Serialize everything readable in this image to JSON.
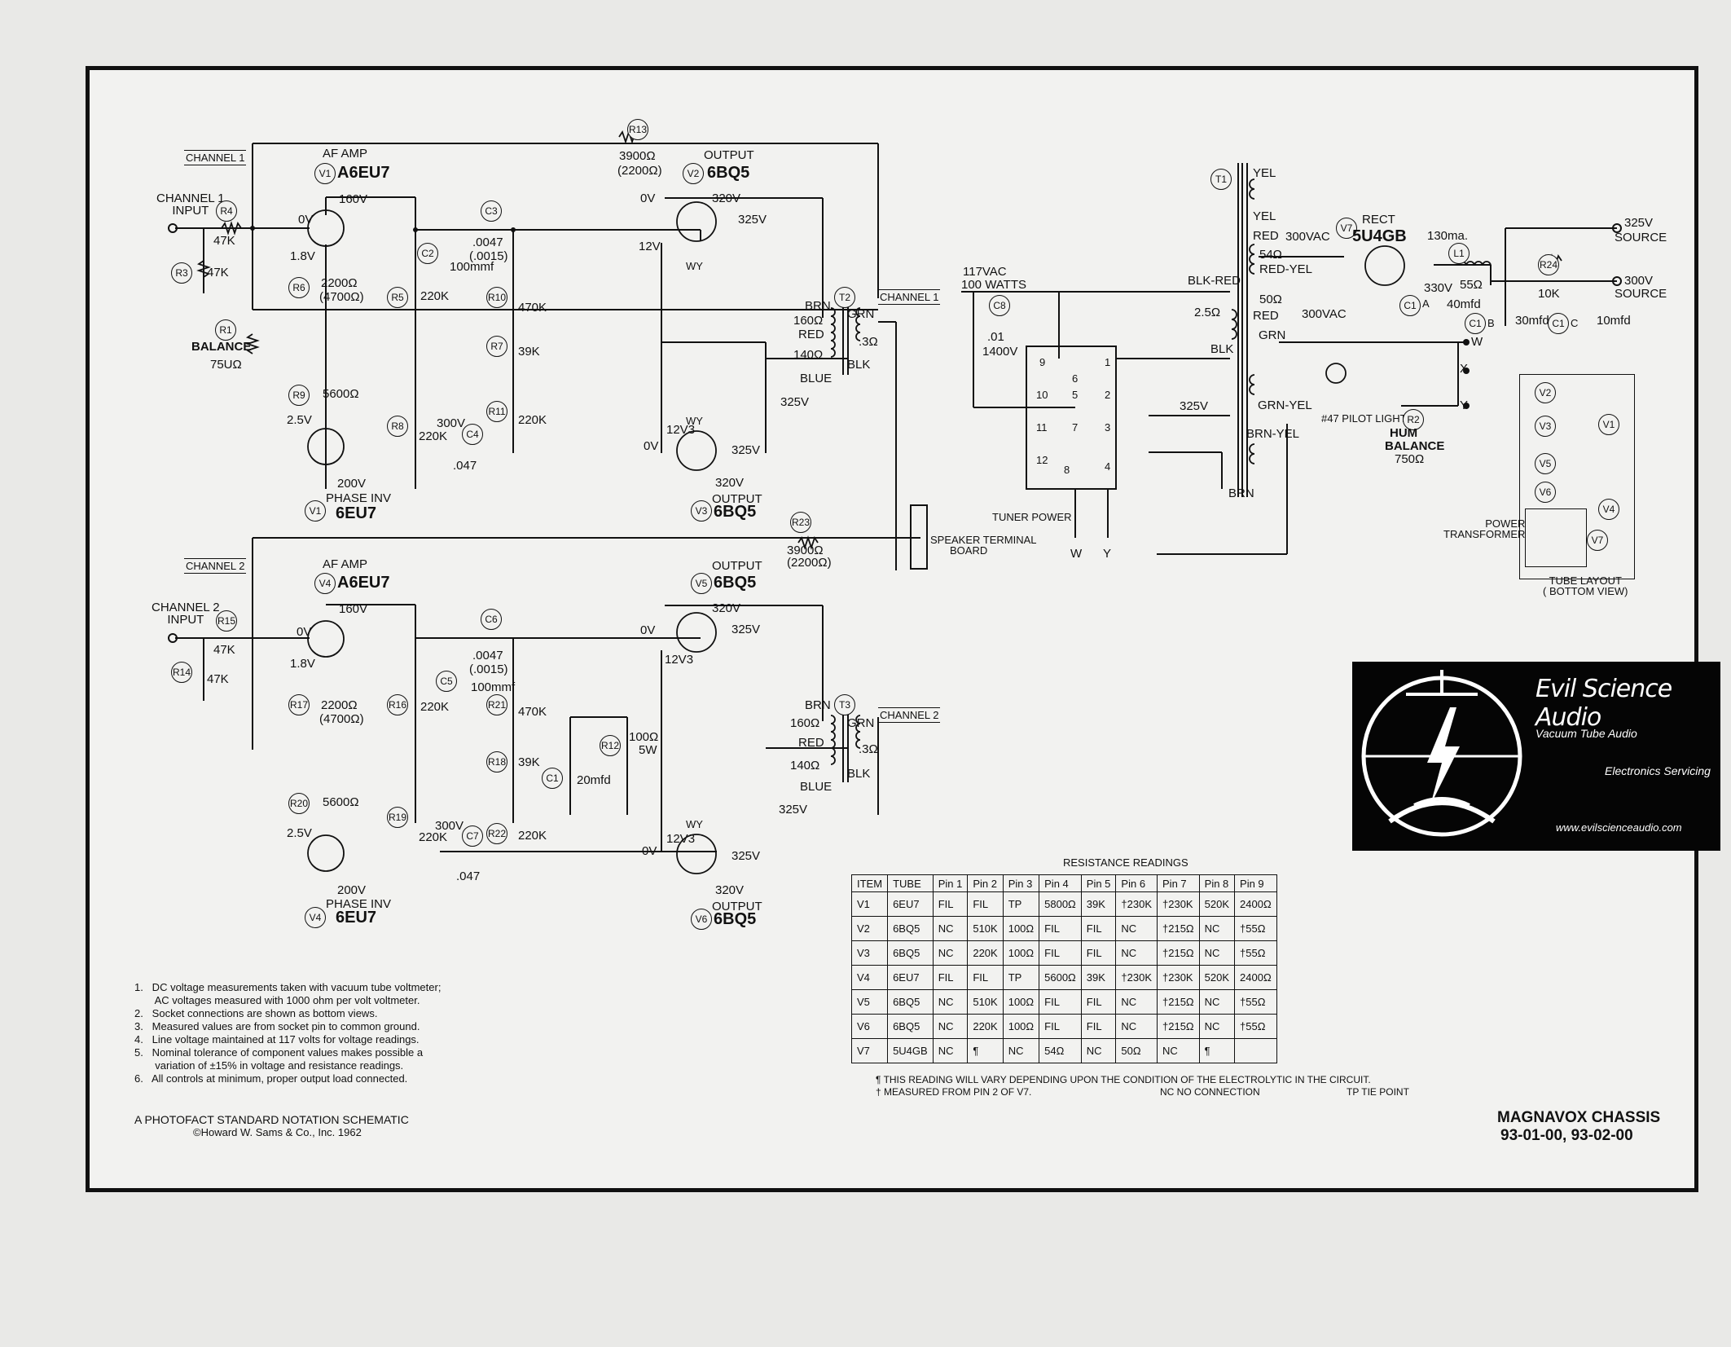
{
  "channel1": {
    "label": "CHANNEL 1",
    "input": [
      "CHANNEL 1",
      "INPUT"
    ]
  },
  "channel2": {
    "label": "CHANNEL 2",
    "input": [
      "CHANNEL 2",
      "INPUT"
    ]
  },
  "tubes": {
    "v1": {
      "ref": "V1",
      "func": "AF AMP",
      "type": "A6EU7"
    },
    "v1b": {
      "ref": "V1",
      "func": "PHASE INV",
      "type": "6EU7"
    },
    "v2": {
      "ref": "V2",
      "func": "OUTPUT",
      "type": "6BQ5"
    },
    "v3": {
      "ref": "V3",
      "func": "OUTPUT",
      "type": "6BQ5"
    },
    "v4": {
      "ref": "V4",
      "func": "AF AMP",
      "type": "A6EU7"
    },
    "v4b": {
      "ref": "V4",
      "func": "PHASE INV",
      "type": "6EU7"
    },
    "v5": {
      "ref": "V5",
      "func": "OUTPUT",
      "type": "6BQ5"
    },
    "v6": {
      "ref": "V6",
      "func": "OUTPUT",
      "type": "6BQ5"
    },
    "v7": {
      "ref": "V7",
      "func": "RECT",
      "type": "5U4GB"
    }
  },
  "components": {
    "r1": {
      "ref": "R1",
      "name": "BALANCE",
      "value": "75UΩ"
    },
    "r3": {
      "ref": "R3",
      "value": "47K"
    },
    "r4": {
      "ref": "R4",
      "value": "47K"
    },
    "r5": {
      "ref": "R5",
      "value": "220K"
    },
    "r6": {
      "ref": "R6",
      "value": "2200Ω",
      "alt": "(4700Ω)"
    },
    "r7": {
      "ref": "R7",
      "value": "39K"
    },
    "r8": {
      "ref": "R8",
      "value": "220K"
    },
    "r9": {
      "ref": "R9",
      "value": "5600Ω"
    },
    "r10": {
      "ref": "R10",
      "value": "470K"
    },
    "r11": {
      "ref": "R11",
      "value": "220K"
    },
    "r12": {
      "ref": "R12",
      "value": "100Ω",
      "watt": "5W"
    },
    "r13": {
      "ref": "R13",
      "value": "3900Ω",
      "alt": "(2200Ω)"
    },
    "r14": {
      "ref": "R14",
      "value": "47K"
    },
    "r15": {
      "ref": "R15",
      "value": "47K"
    },
    "r16": {
      "ref": "R16",
      "value": "220K"
    },
    "r17": {
      "ref": "R17",
      "value": "2200Ω",
      "alt": "(4700Ω)"
    },
    "r18": {
      "ref": "R18",
      "value": "39K"
    },
    "r19": {
      "ref": "R19",
      "value": "220K"
    },
    "r20": {
      "ref": "R20",
      "value": "5600Ω"
    },
    "r21": {
      "ref": "R21",
      "value": "470K"
    },
    "r22": {
      "ref": "R22",
      "value": "220K"
    },
    "r23": {
      "ref": "R23",
      "value": "3900Ω",
      "alt": "(2200Ω)"
    },
    "r24": {
      "ref": "R24",
      "value": "10K"
    },
    "r2": {
      "ref": "R2",
      "name": "HUM",
      "name2": "BALANCE",
      "value": "750Ω"
    },
    "c1": {
      "ref": "C1",
      "value": "20mfd"
    },
    "c2": {
      "ref": "C2",
      "value": "100mmf"
    },
    "c3": {
      "ref": "C3",
      "value": ".0047",
      "alt": "(.0015)"
    },
    "c4": {
      "ref": "C4",
      "value": ".047"
    },
    "c5": {
      "ref": "C5",
      "value": "100mmf"
    },
    "c6": {
      "ref": "C6",
      "value": ".0047",
      "alt": "(.0015)"
    },
    "c7": {
      "ref": "C7",
      "value": ".047"
    },
    "c8": {
      "ref": "C8",
      "value": ".01",
      "volt": "1400V"
    },
    "c1a": {
      "ref": "C1",
      "sub": "A",
      "value": "40mfd"
    },
    "c1b": {
      "ref": "C1",
      "sub": "B",
      "value": "30mfd"
    },
    "c1c": {
      "ref": "C1",
      "sub": "C",
      "value": "10mfd"
    },
    "l1": {
      "ref": "L1",
      "value": "55Ω",
      "current": "130ma."
    }
  },
  "voltages": {
    "v160": "160V",
    "v0": "0V",
    "v18": "1.8V",
    "v25": "2.5V",
    "v200": "200V",
    "v300": "300V",
    "v320": "320V",
    "v325": "325V",
    "v12": "12V",
    "v12v3": "12V3",
    "v330": "330V",
    "v300vac": "300VAC"
  },
  "transformer_labels": {
    "t2": "T2",
    "t3": "T3",
    "t1": "T1",
    "brn": "BRN",
    "red": "RED",
    "blue": "BLUE",
    "grn": "GRN",
    "blk": "BLK",
    "p160": "160Ω",
    "p140": "140Ω",
    "s3": ".3Ω",
    "yel": "YEL",
    "blkred": "BLK-RED",
    "redyel": "RED-YEL",
    "grnyel": "GRN-YEL",
    "brnyel": "BRN-YEL",
    "p25": "2.5Ω",
    "p54": "54Ω",
    "p50": "50Ω",
    "wy": "WY"
  },
  "power": {
    "line": "117VAC",
    "watts": "100 WATTS",
    "tuner_power": "TUNER POWER",
    "pilot": "#47 PILOT LIGHT",
    "source_hi": "325V",
    "source_lo": "300V",
    "source": "SOURCE",
    "speaker_board": [
      "SPEAKER TERMINAL",
      "BOARD"
    ],
    "power_transformer": [
      "POWER",
      "TRANSFORMER"
    ]
  },
  "tube_layout": {
    "title": [
      "TUBE LAYOUT",
      "( BOTTOM VIEW)"
    ],
    "slots": [
      "V2",
      "V3",
      "V1",
      "V5",
      "V6",
      "V4",
      "V7"
    ]
  },
  "socket_pins": [
    "9",
    "10",
    "11",
    "12",
    "1",
    "2",
    "3",
    "4",
    "5",
    "6",
    "7",
    "8"
  ],
  "outputs": [
    "W",
    "X",
    "Y"
  ],
  "notes": [
    "1.   DC voltage measurements taken with vacuum tube voltmeter;",
    "       AC voltages measured with 1000 ohm per volt voltmeter.",
    "2.   Socket connections are shown as bottom views.",
    "3.   Measured values are from socket pin to common ground.",
    "4.   Line voltage maintained at 117 volts for voltage readings.",
    "5.   Nominal tolerance of component values makes possible a",
    "       variation of ±15% in voltage and resistance readings.",
    "6.   All controls at minimum, proper output load connected."
  ],
  "schematic_title": "A PHOTOFACT STANDARD NOTATION SCHEMATIC",
  "copyright": "©Howard W. Sams & Co., Inc. 1962",
  "chassis": [
    "MAGNAVOX CHASSIS",
    "93-01-00, 93-02-00"
  ],
  "resistance": {
    "title": "RESISTANCE READINGS",
    "headers": [
      "ITEM",
      "TUBE",
      "Pin 1",
      "Pin 2",
      "Pin 3",
      "Pin 4",
      "Pin 5",
      "Pin 6",
      "Pin 7",
      "Pin 8",
      "Pin 9"
    ],
    "rows": [
      [
        "V1",
        "6EU7",
        "FIL",
        "FIL",
        "TP",
        "5800Ω",
        "39K",
        "†230K",
        "†230K",
        "520K",
        "2400Ω"
      ],
      [
        "V2",
        "6BQ5",
        "NC",
        "510K",
        "100Ω",
        "FIL",
        "FIL",
        "NC",
        "†215Ω",
        "NC",
        "†55Ω"
      ],
      [
        "V3",
        "6BQ5",
        "NC",
        "220K",
        "100Ω",
        "FIL",
        "FIL",
        "NC",
        "†215Ω",
        "NC",
        "†55Ω"
      ],
      [
        "V4",
        "6EU7",
        "FIL",
        "FIL",
        "TP",
        "5600Ω",
        "39K",
        "†230K",
        "†230K",
        "520K",
        "2400Ω"
      ],
      [
        "V5",
        "6BQ5",
        "NC",
        "510K",
        "100Ω",
        "FIL",
        "FIL",
        "NC",
        "†215Ω",
        "NC",
        "†55Ω"
      ],
      [
        "V6",
        "6BQ5",
        "NC",
        "220K",
        "100Ω",
        "FIL",
        "FIL",
        "NC",
        "†215Ω",
        "NC",
        "†55Ω"
      ],
      [
        "V7",
        "5U4GB",
        "NC",
        "¶",
        "NC",
        "54Ω",
        "NC",
        "50Ω",
        "NC",
        "¶",
        ""
      ]
    ],
    "foot1": "¶     THIS READING WILL VARY DEPENDING UPON THE CONDITION OF THE ELECTROLYTIC IN THE CIRCUIT.",
    "foot2": "†     MEASURED FROM PIN 2 OF V7.",
    "foot_nc": "NC   NO CONNECTION",
    "foot_tp": "TP   TIE POINT"
  },
  "logo": {
    "brand": "Evil Science Audio",
    "line1": "Vacuum Tube Audio",
    "line2": "Electronics Servicing",
    "url": "www.evilscienceaudio.com"
  }
}
